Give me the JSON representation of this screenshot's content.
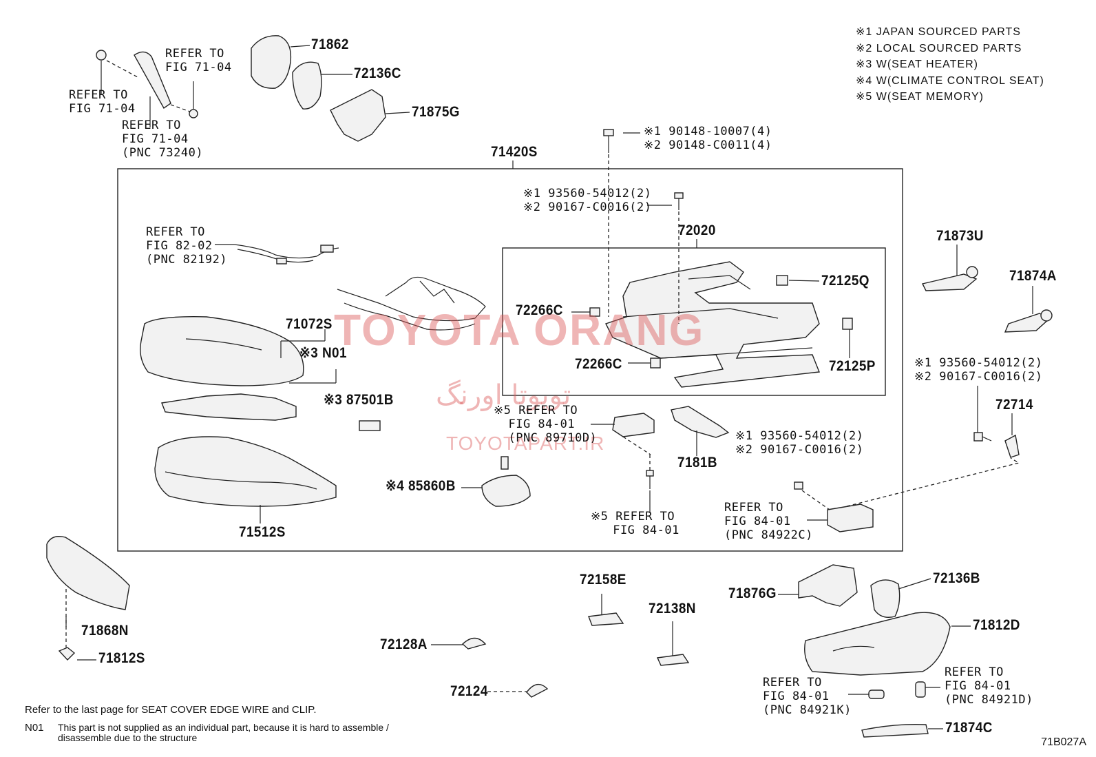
{
  "legend": [
    "※1 JAPAN SOURCED PARTS",
    "※2 LOCAL SOURCED PARTS",
    "※3 W(SEAT HEATER)",
    "※4 W(CLIMATE CONTROL SEAT)",
    "※5 W(SEAT MEMORY)"
  ],
  "parts": {
    "p71862": "71862",
    "p72136C": "72136C",
    "p71875G": "71875G",
    "p71420S": "71420S",
    "p72020": "72020",
    "p72125Q": "72125Q",
    "p72266C_a": "72266C",
    "p72266C_b": "72266C",
    "p72125P": "72125P",
    "p71072S": "71072S",
    "pN01": "※3 N01",
    "p87501B": "※3 87501B",
    "p85860B": "※4 85860B",
    "p71512S": "71512S",
    "p7181B": "7181B",
    "p71873U": "71873U",
    "p71874A": "71874A",
    "p72714": "72714",
    "p71868N": "71868N",
    "p71812S": "71812S",
    "p72158E": "72158E",
    "p72138N": "72138N",
    "p72128A": "72128A",
    "p72124": "72124",
    "p71876G": "71876G",
    "p72136B": "72136B",
    "p71812D": "71812D",
    "p71874C": "71874C"
  },
  "refs": {
    "r1": "REFER TO\nFIG 71-04",
    "r2": "REFER TO\nFIG 71-04",
    "r3": "REFER TO\nFIG 71-04\n(PNC 73240)",
    "r4": "REFER TO\nFIG 82-02\n(PNC 82192)",
    "r5": "※5 REFER TO\n  FIG 84-01\n  (PNC 89710D)",
    "r6": "※5 REFER TO\n   FIG 84-01",
    "r7": "REFER TO\nFIG 84-01\n(PNC 84922C)",
    "r8": "REFER TO\nFIG 84-01\n(PNC 84921K)",
    "r9": "REFER TO\nFIG 84-01\n(PNC 84921D)"
  },
  "bolts": {
    "b1": "※1 90148-10007(4)\n※2 90148-C0011(4)",
    "b2": "※1 93560-54012(2)\n※2 90167-C0016(2)",
    "b3": "※1 93560-54012(2)\n※2 90167-C0016(2)",
    "b4": "※1 93560-54012(2)\n※2 90167-C0016(2)"
  },
  "watermark": {
    "brand": "TOYOTA ORANG",
    "persian": "تویوتا اورنگ",
    "site": "TOYOTAPART.IR"
  },
  "notes": {
    "edge": "Refer to the last page for SEAT COVER EDGE WIRE and CLIP.",
    "n01_code": "N01",
    "n01_text": "This part is not supplied as an individual part, because it is hard to assemble /\ndisassemble due to the structure"
  },
  "figure_id": "71B027A"
}
